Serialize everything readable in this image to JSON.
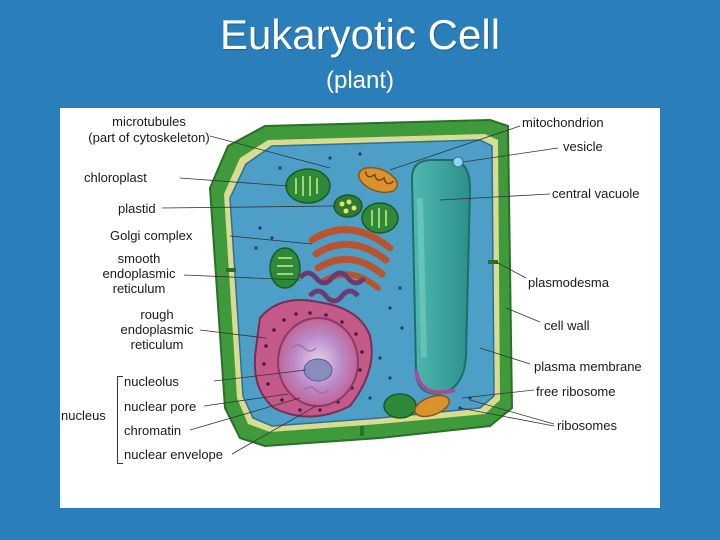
{
  "slide": {
    "title": "Eukaryotic Cell",
    "subtitle": "(plant)"
  },
  "labels_left": {
    "microtubules": "microtubules",
    "microtubules_note": "(part of cytoskeleton)",
    "chloroplast": "chloroplast",
    "plastid": "plastid",
    "golgi": "Golgi complex",
    "smooth_er_1": "smooth",
    "smooth_er_2": "endoplasmic",
    "smooth_er_3": "reticulum",
    "rough_er_1": "rough",
    "rough_er_2": "endoplasmic",
    "rough_er_3": "reticulum",
    "nucleus": "nucleus",
    "nucleolus": "nucleolus",
    "nuclear_pore": "nuclear pore",
    "chromatin": "chromatin",
    "nuclear_envelope": "nuclear envelope"
  },
  "labels_right": {
    "mitochondrion": "mitochondrion",
    "vesicle": "vesicle",
    "central_vacuole": "central vacuole",
    "plasmodesma": "plasmodesma",
    "cell_wall": "cell wall",
    "plasma_membrane": "plasma membrane",
    "free_ribosome": "free ribosome",
    "ribosomes": "ribosomes"
  },
  "colors": {
    "background": "#2a7fba",
    "cell_wall": "#3f9a3c",
    "cytoplasm": "#4d9fc8",
    "vacuole": "#3fa9a0",
    "nucleus": "#c45a8a",
    "golgi": "#b8552e",
    "chloroplast": "#2e8a3a"
  }
}
